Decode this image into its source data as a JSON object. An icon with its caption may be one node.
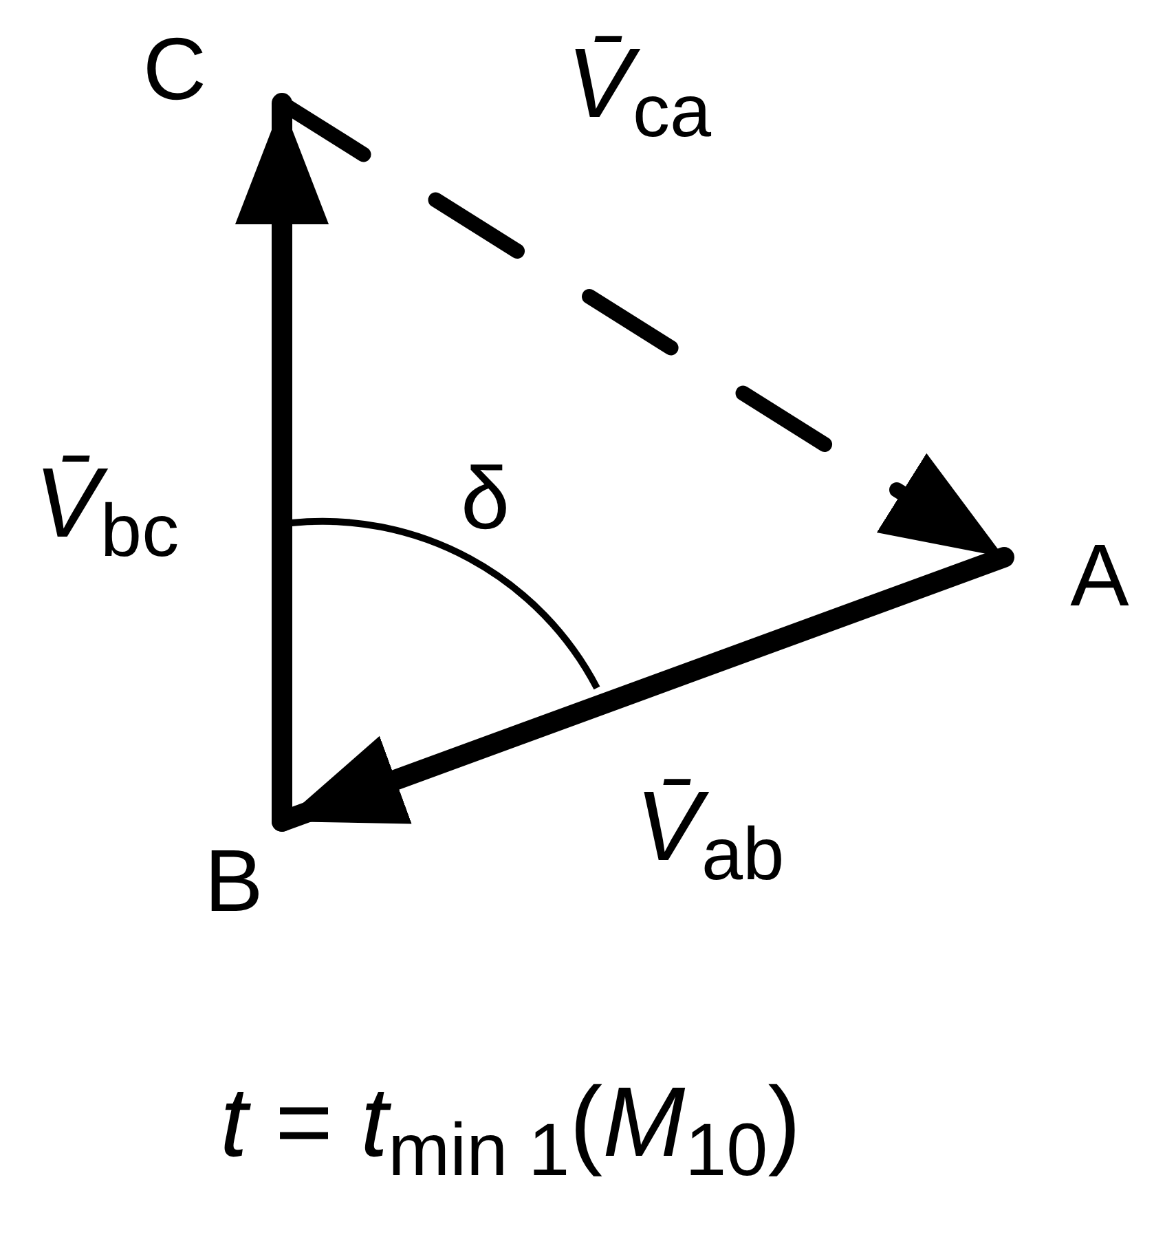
{
  "diagram": {
    "caption": "*t* = *t*$_{min 1}$(*M*$_{10}$)",
    "nodes": [
      {
        "text": [
          "C"
        ]
      },
      {
        "text": [
          "A"
        ]
      },
      {
        "text": [
          "B"
        ]
      }
    ],
    "edges": [
      {
        "from": 0,
        "to": 1,
        "arrow": "to",
        "style": "dashed",
        "label": "*V̄*$_{ca}$"
      },
      {
        "from": 1,
        "to": 2,
        "arrow": "to",
        "label": "*V̄*$_{ab}$"
      },
      {
        "from": 2,
        "to": 0,
        "arrow": "to",
        "label": "*V̄*$_{bc}$"
      }
    ],
    "labels": [
      "δ"
    ]
  }
}
